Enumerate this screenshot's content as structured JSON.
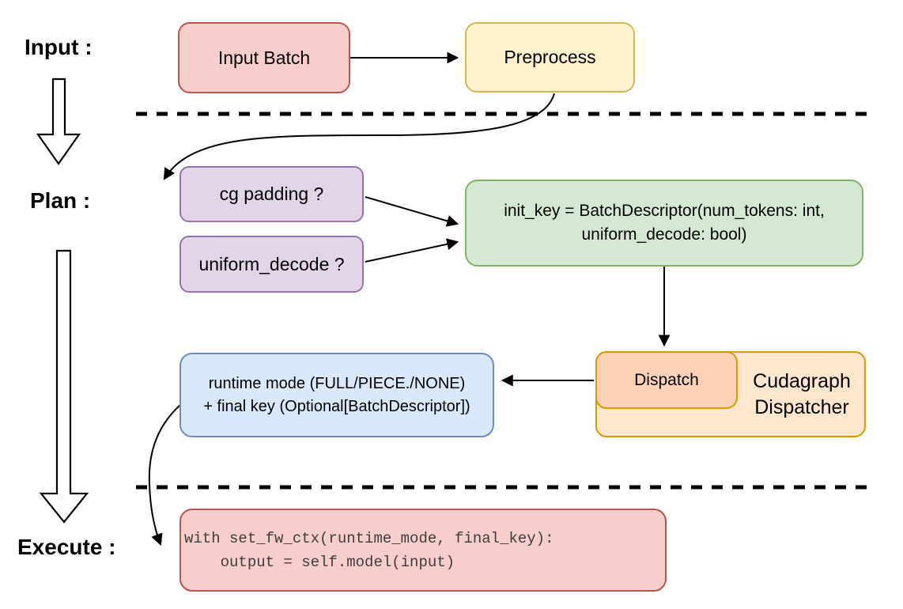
{
  "stage_labels": {
    "input": "Input :",
    "plan": "Plan :",
    "execute": "Execute :"
  },
  "nodes": {
    "input_batch": {
      "label": "Input Batch",
      "fill": "#f8cecc",
      "stroke": "#b85450"
    },
    "preprocess": {
      "label": "Preprocess",
      "fill": "#fff2cc",
      "stroke": "#d6b656"
    },
    "cg_padding": {
      "label": "cg padding ?",
      "fill": "#e1d5e7",
      "stroke": "#9673a6"
    },
    "uniform_decode": {
      "label": "uniform_decode ?",
      "fill": "#e1d5e7",
      "stroke": "#9673a6"
    },
    "init_key": {
      "line1": "init_key = BatchDescriptor(num_tokens: int,",
      "line2": "uniform_decode: bool)",
      "fill": "#d5e8d4",
      "stroke": "#82b366"
    },
    "dispatch": {
      "label": "Dispatch",
      "fill": "#fbd2b5",
      "stroke": "#d79b00"
    },
    "cudagraph_dispatcher": {
      "line1": "Cudagraph",
      "line2": "Dispatcher",
      "fill": "#ffe6cc",
      "stroke": "#d79b00"
    },
    "runtime_mode": {
      "line1": "runtime mode (FULL/PIECE./NONE)",
      "line2": "+ final key (Optional[BatchDescriptor])",
      "fill": "#dae8fc",
      "stroke": "#6c8ebf"
    },
    "execute_code": {
      "line1": "with set_fw_ctx(runtime_mode, final_key):",
      "line2": "    output = self.model(input)",
      "fill": "#f8cecc",
      "stroke": "#b85450"
    }
  },
  "edges": [
    {
      "from": "input-batch",
      "to": "preprocess"
    },
    {
      "from": "preprocess",
      "to": "cg-padding"
    },
    {
      "from": "cg-padding",
      "to": "init-key"
    },
    {
      "from": "uniform-decode",
      "to": "init-key"
    },
    {
      "from": "init-key",
      "to": "dispatch"
    },
    {
      "from": "dispatch",
      "to": "runtime-mode"
    },
    {
      "from": "runtime-mode",
      "to": "execute-code"
    }
  ],
  "icons": {
    "stage_flow_arrow": "hollow-down-arrow"
  },
  "colors": {
    "ink": "#000000",
    "code_text": "#3d3d3d"
  }
}
